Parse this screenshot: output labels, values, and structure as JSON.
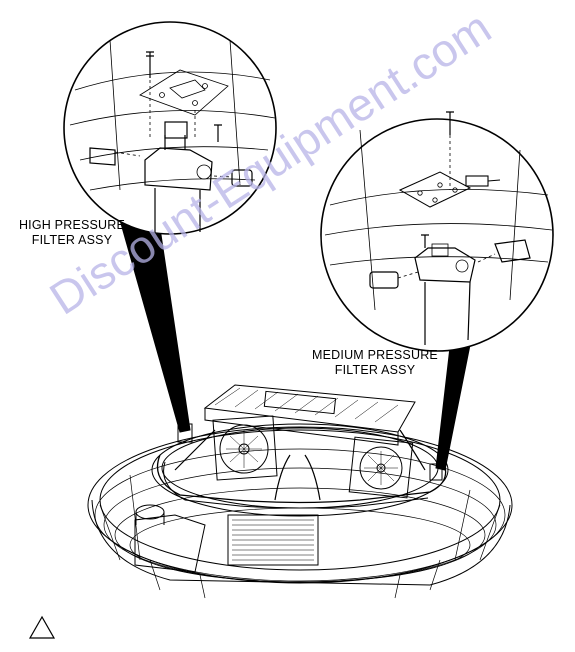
{
  "labels": {
    "high_pressure_line1": "HIGH PRESSURE",
    "high_pressure_line2": "FILTER ASSY",
    "medium_pressure_line1": "MEDIUM PRESSURE",
    "medium_pressure_line2": "FILTER ASSY"
  },
  "watermark": "Discount-Equipment.com",
  "colors": {
    "line": "#000000",
    "background": "#ffffff",
    "watermark": "#b7b4e8"
  },
  "icons": {
    "note_marker": "triangle-icon"
  }
}
